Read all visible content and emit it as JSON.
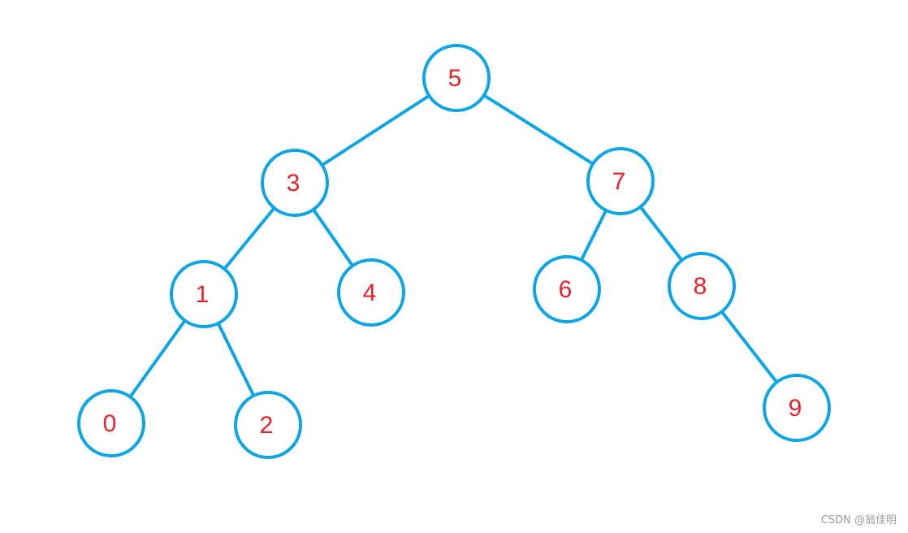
{
  "colors": {
    "stroke": "#0ea5e4",
    "label": "#e8212b",
    "watermark": "#9a9a9a"
  },
  "tree": {
    "nodes": [
      {
        "id": "5",
        "label": "5"
      },
      {
        "id": "3",
        "label": "3"
      },
      {
        "id": "7",
        "label": "7"
      },
      {
        "id": "1",
        "label": "1"
      },
      {
        "id": "4",
        "label": "4"
      },
      {
        "id": "6",
        "label": "6"
      },
      {
        "id": "8",
        "label": "8"
      },
      {
        "id": "0",
        "label": "0"
      },
      {
        "id": "2",
        "label": "2"
      },
      {
        "id": "9",
        "label": "9"
      }
    ],
    "edges": [
      {
        "from": "5",
        "to": "3"
      },
      {
        "from": "5",
        "to": "7"
      },
      {
        "from": "3",
        "to": "1"
      },
      {
        "from": "3",
        "to": "4"
      },
      {
        "from": "7",
        "to": "6"
      },
      {
        "from": "7",
        "to": "8"
      },
      {
        "from": "1",
        "to": "0"
      },
      {
        "from": "1",
        "to": "2"
      },
      {
        "from": "8",
        "to": "9"
      }
    ]
  },
  "watermark": {
    "text": "CSDN @翁佳明"
  }
}
